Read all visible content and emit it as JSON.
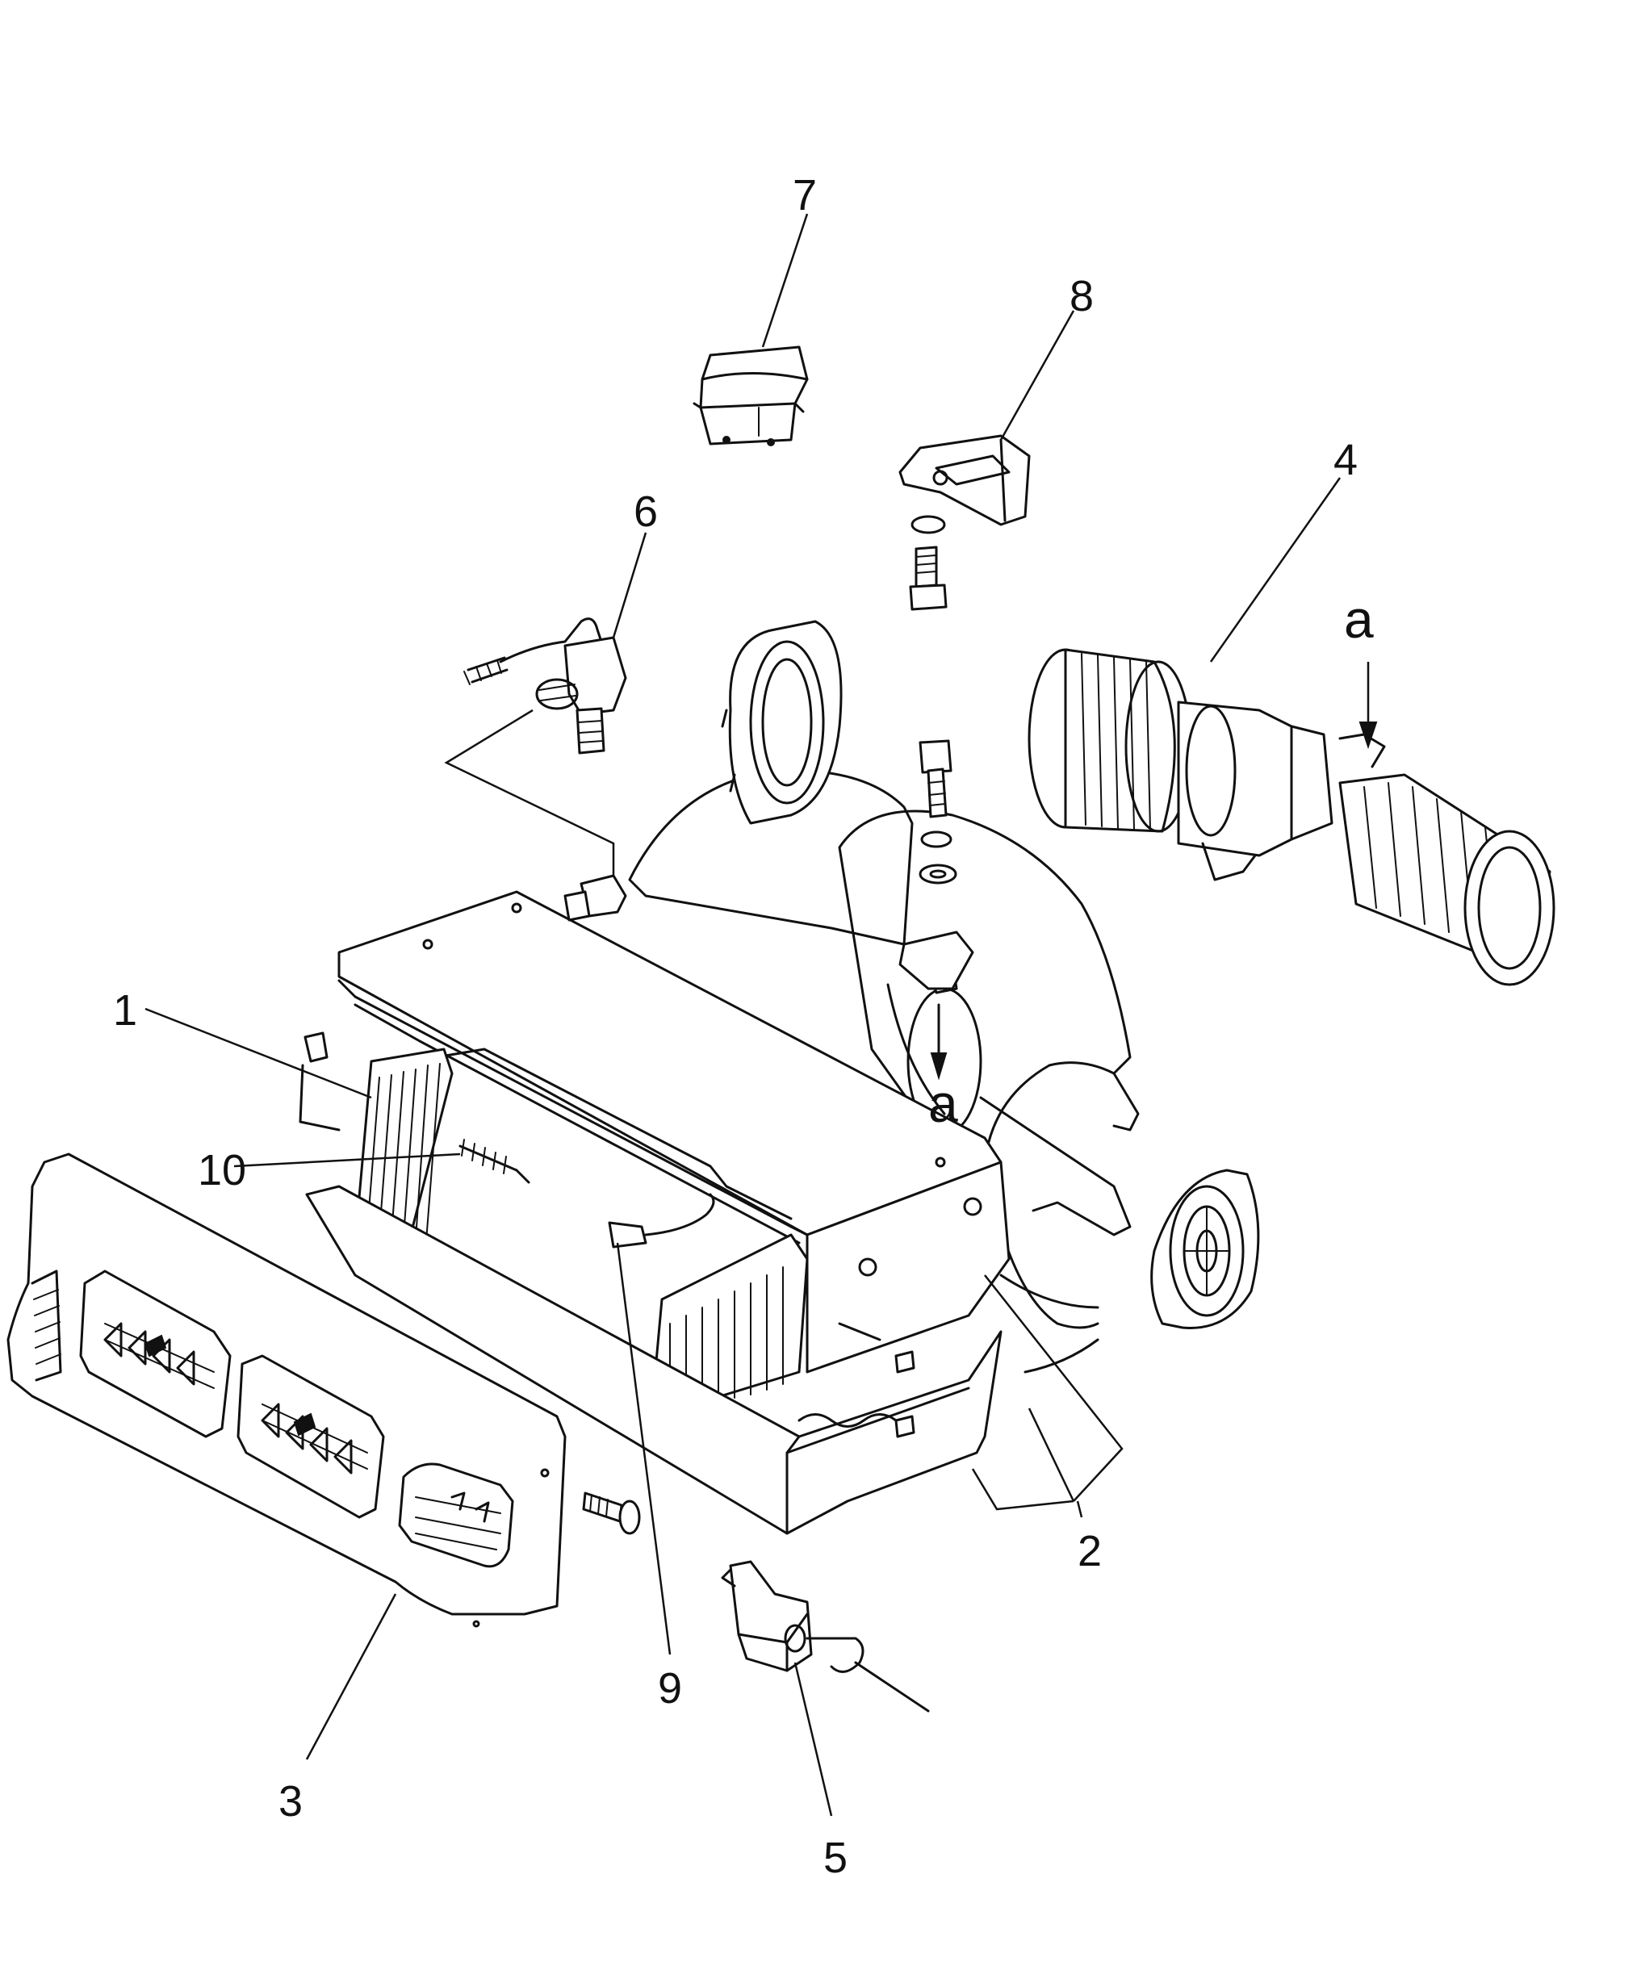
{
  "callouts": {
    "c1": "1",
    "c2": "2",
    "c3": "3",
    "c4": "4",
    "c5": "5",
    "c6": "6",
    "c7": "7",
    "c8": "8",
    "c9": "9",
    "c10": "10"
  },
  "view_marks": {
    "a_upper": "a",
    "a_lower": "a"
  }
}
